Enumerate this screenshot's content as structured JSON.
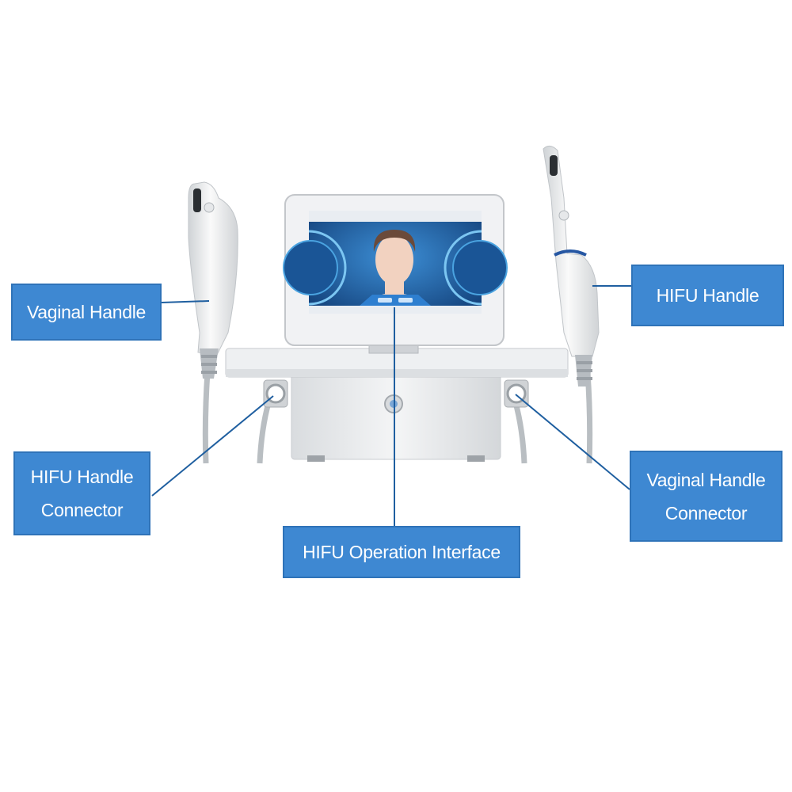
{
  "labels": {
    "vaginal_handle": "Vaginal Handle",
    "hifu_handle": "HIFU Handle",
    "hifu_handle_connector_line1": "HIFU Handle",
    "hifu_handle_connector_line2": "Connector",
    "vaginal_handle_connector_line1": "Vaginal Handle",
    "vaginal_handle_connector_line2": "Connector",
    "hifu_operation_interface": "HIFU Operation Interface"
  },
  "colors": {
    "label_fill": "#3e88d2",
    "leader_line": "#1f5fa0",
    "device_body": "#eceef0",
    "screen_bg": "#1d5fa3"
  }
}
